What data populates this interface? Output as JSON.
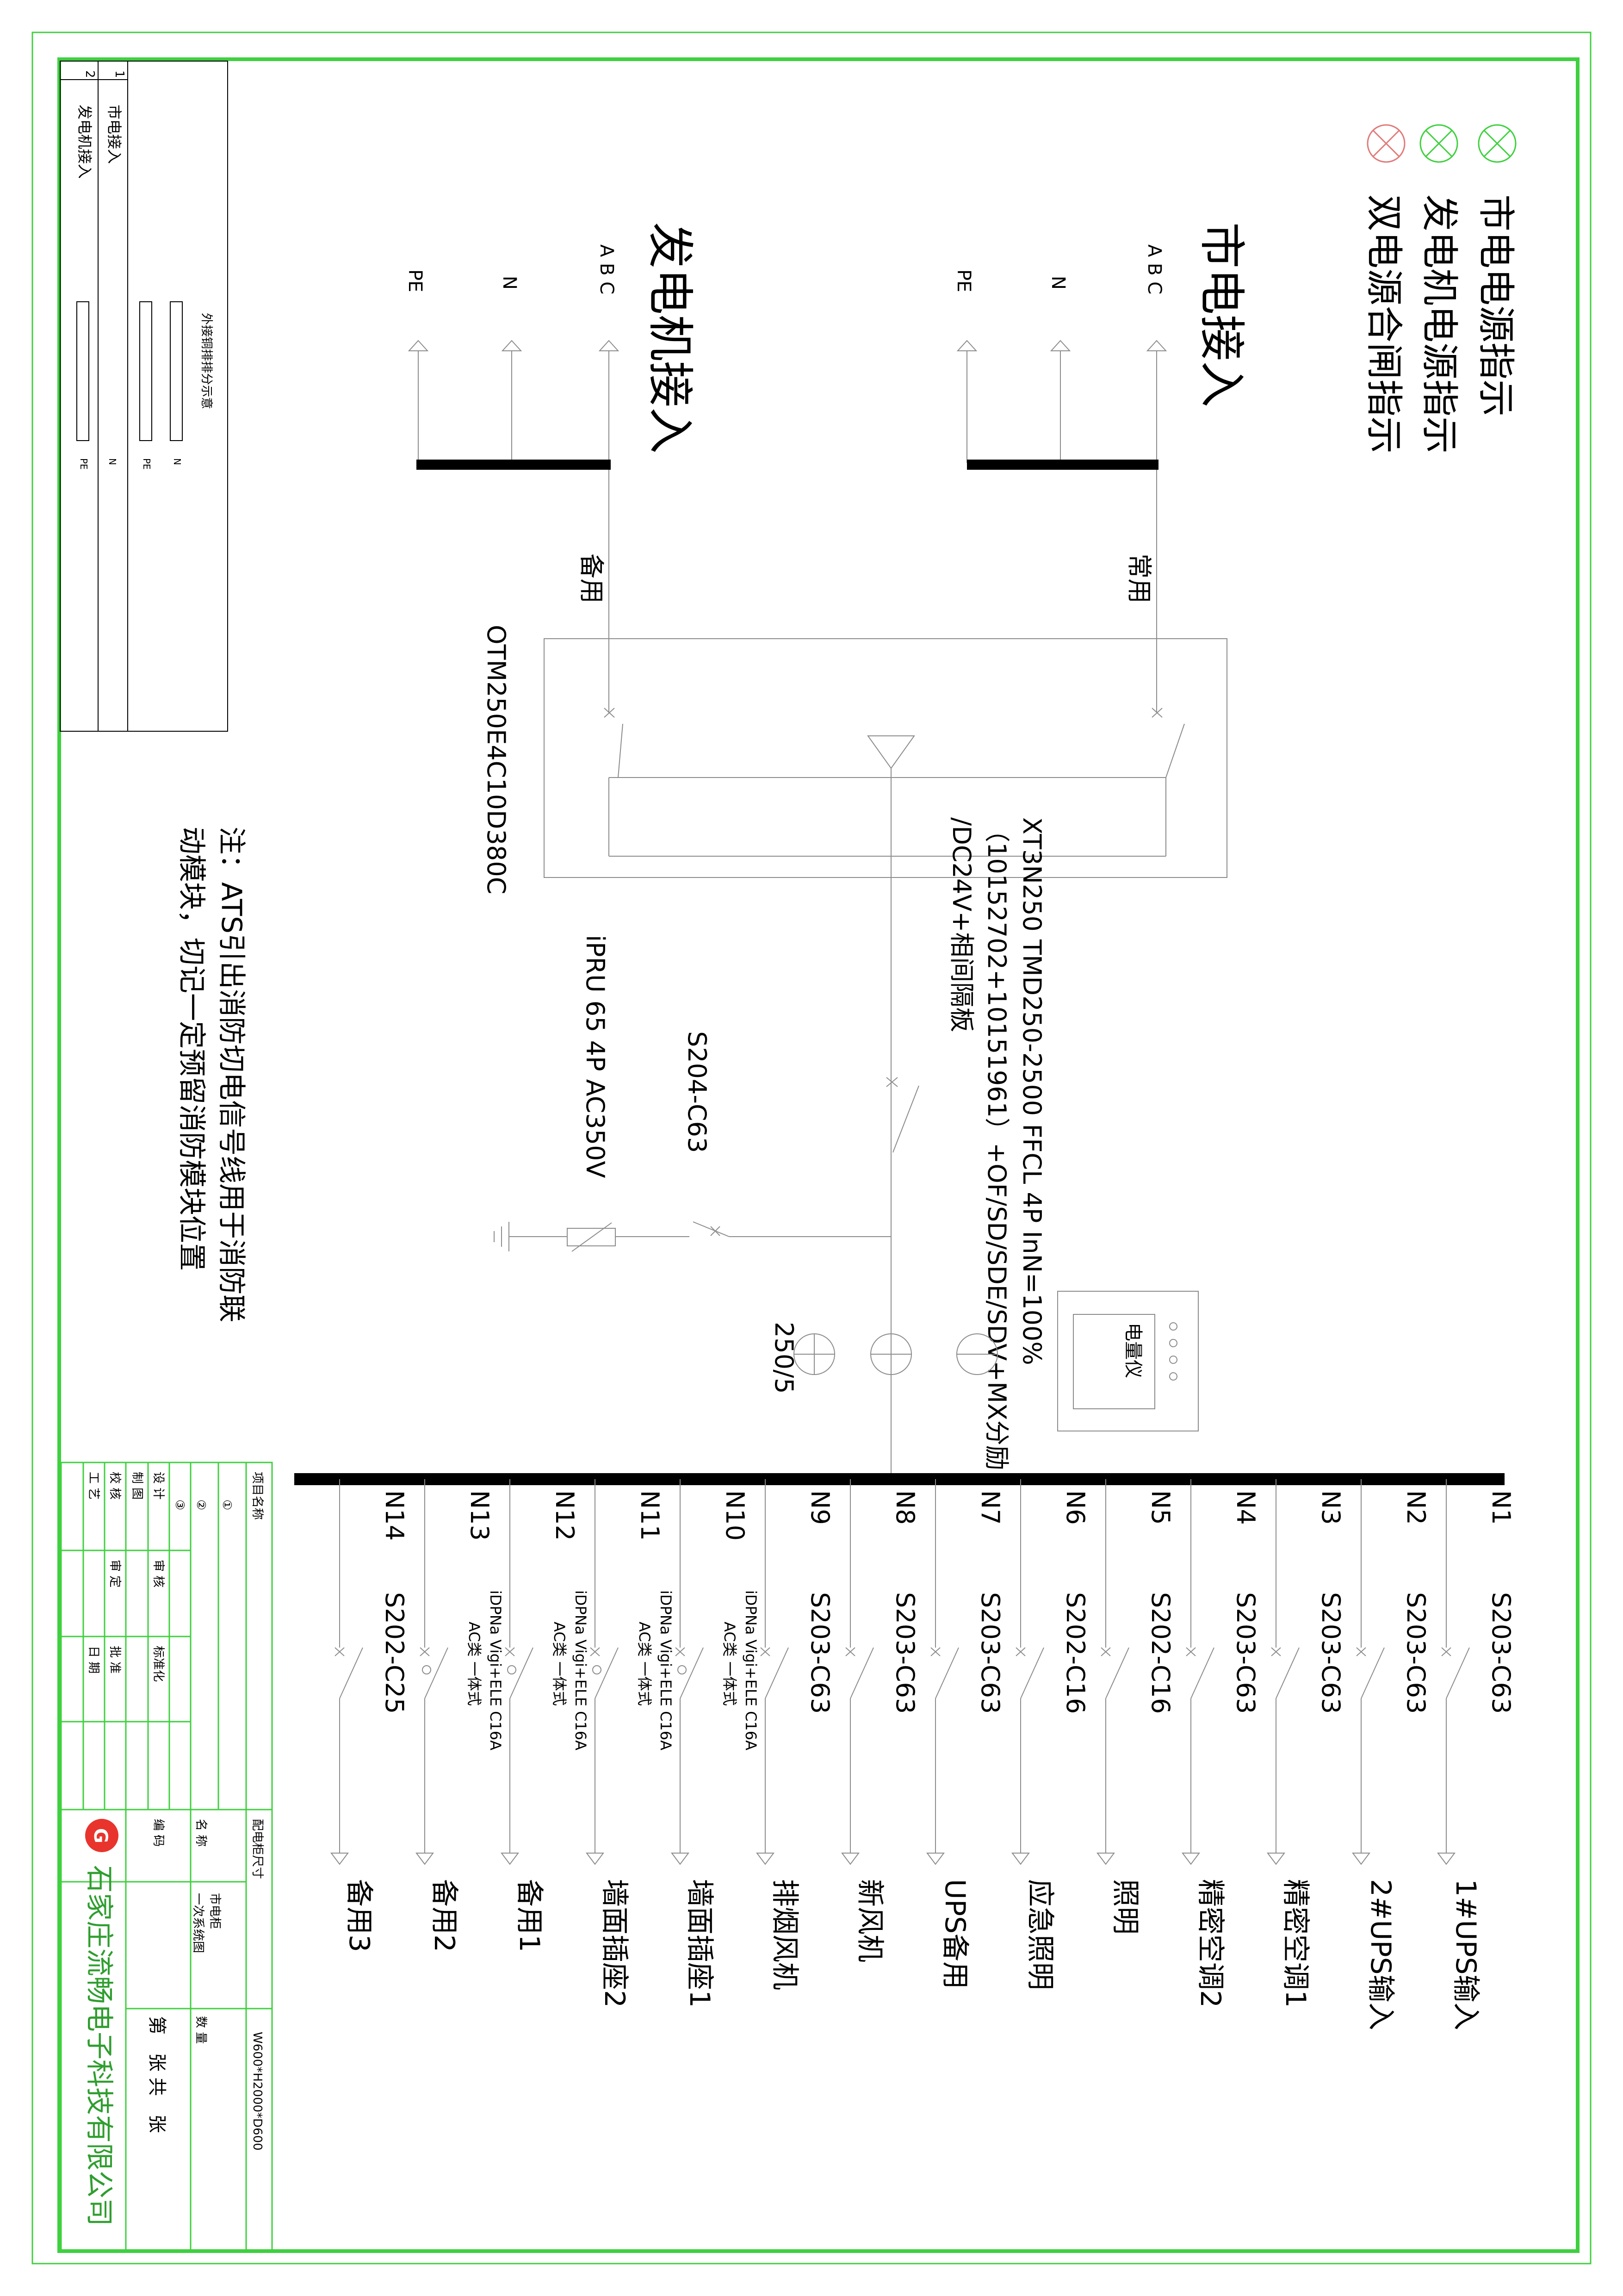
{
  "indicators": {
    "items": [
      {
        "label": "市电电源指示",
        "color": "#3fd03f"
      },
      {
        "label": "发电机电源指示",
        "color": "#3fd03f"
      },
      {
        "label": "双电源合闸指示",
        "color": "#e07a7a"
      }
    ]
  },
  "utility_input": {
    "title": "市电接入",
    "phases": "A B C",
    "n": "N",
    "pe": "PE",
    "role": "常用"
  },
  "generator_input": {
    "title": "发电机接入",
    "phases": "A B C",
    "n": "N",
    "pe": "PE",
    "role": "备用"
  },
  "ats": {
    "model": "OTM250E4C10D380C"
  },
  "main_breaker": {
    "line1": "XT3N250 TMD250-2500 FFCL 4P InN=100%",
    "line2": "（10152702+10151961）+OF/SD/SDE/SDV+MX分励",
    "line3": "/DC24V+相间隔板"
  },
  "meter": {
    "label": "电量仪"
  },
  "ct": {
    "label": "250/5"
  },
  "spd": {
    "breaker": "S204-C63",
    "model": "iPRU 65 4P AC350V"
  },
  "note": {
    "line1": "注：ATS引出消防切电信号线用于消防联",
    "line2": "动模块，切记一定预留消防模块位置"
  },
  "feeders": [
    {
      "id": "N1",
      "breaker": "S203-C63",
      "load": "1#UPS输入",
      "note1": "",
      "note2": ""
    },
    {
      "id": "N2",
      "breaker": "S203-C63",
      "load": "2#UPS输入",
      "note1": "",
      "note2": ""
    },
    {
      "id": "N3",
      "breaker": "S203-C63",
      "load": "精密空调1",
      "note1": "",
      "note2": ""
    },
    {
      "id": "N4",
      "breaker": "S203-C63",
      "load": "精密空调2",
      "note1": "",
      "note2": ""
    },
    {
      "id": "N5",
      "breaker": "S202-C16",
      "load": "照明",
      "note1": "",
      "note2": ""
    },
    {
      "id": "N6",
      "breaker": "S202-C16",
      "load": "应急照明",
      "note1": "",
      "note2": ""
    },
    {
      "id": "N7",
      "breaker": "S203-C63",
      "load": "UPS备用",
      "note1": "",
      "note2": ""
    },
    {
      "id": "N8",
      "breaker": "S203-C63",
      "load": "新风机",
      "note1": "",
      "note2": ""
    },
    {
      "id": "N9",
      "breaker": "S203-C63",
      "load": "排烟风机",
      "note1": "",
      "note2": ""
    },
    {
      "id": "N10",
      "breaker": "",
      "load": "墙面插座1",
      "note1": "iDPNa Vigi+ELE C16A",
      "note2": "AC类 一体式"
    },
    {
      "id": "N11",
      "breaker": "",
      "load": "墙面插座2",
      "note1": "iDPNa Vigi+ELE C16A",
      "note2": "AC类 一体式"
    },
    {
      "id": "N12",
      "breaker": "",
      "load": "备用1",
      "note1": "iDPNa Vigi+ELE C16A",
      "note2": "AC类 一体式"
    },
    {
      "id": "N13",
      "breaker": "",
      "load": "备用2",
      "note1": "iDPNa Vigi+ELE C16A",
      "note2": "AC类 一体式"
    },
    {
      "id": "N14",
      "breaker": "S202-C25",
      "load": "备用3",
      "note1": "",
      "note2": ""
    }
  ],
  "external_panel": {
    "rows": [
      {
        "num": "1",
        "label": "市电接入"
      },
      {
        "num": "2",
        "label": "发电机接入"
      }
    ],
    "diagram_title": "外接铜排排分示意",
    "bar_labels": [
      "N",
      "PE",
      "N",
      "PE"
    ]
  },
  "title_block": {
    "project_label": "项目名称",
    "rev1": "①",
    "rev2": "②",
    "rev3": "③",
    "design": "设 计",
    "draw": "制 图",
    "check": "校 核",
    "craft": "工 艺",
    "audit": "审 核",
    "approve": "审 定",
    "standard": "标准化",
    "approval": "批 准",
    "date": "日 期",
    "size_label": "配电柜尺寸",
    "size_value": "W600*H2000*D600",
    "name_label": "名 称",
    "name_value1": "市电柜",
    "name_value2": "一次系统图",
    "code_label": "编 码",
    "qty_label": "数 量",
    "sheet_label": "第　张 共　张",
    "company": "石家庄流畅电子科技有限公司",
    "logo_letter": "G"
  }
}
